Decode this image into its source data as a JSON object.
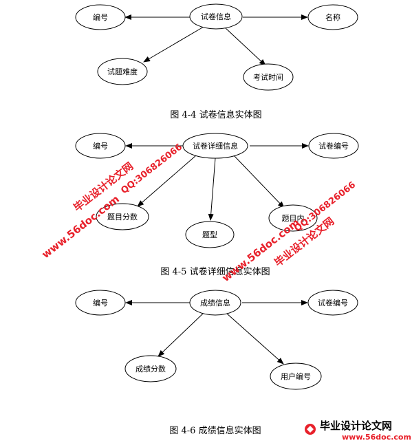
{
  "figures": [
    {
      "caption": "图 4-4 试卷信息实体图",
      "center": "试卷信息",
      "attributes": [
        "编号",
        "名称",
        "试题难度",
        "考试时间"
      ]
    },
    {
      "caption": "图 4-5 试卷详细信息实体图",
      "center": "试卷详细信息",
      "attributes": [
        "编号",
        "试卷编号",
        "题目分数",
        "题型",
        "题目内"
      ]
    },
    {
      "caption": "图 4-6 成绩信息实体图",
      "center": "成绩信息",
      "attributes": [
        "编号",
        "试卷编号",
        "成绩分数",
        "用户编号"
      ]
    }
  ],
  "watermark": {
    "qq": "QQ:306826066",
    "url": "www.56doc.com",
    "name": "毕业设计论文网",
    "color": "#e8212b"
  },
  "logo": {
    "title": "毕业设计论文网",
    "url": "www.56doc.com"
  }
}
